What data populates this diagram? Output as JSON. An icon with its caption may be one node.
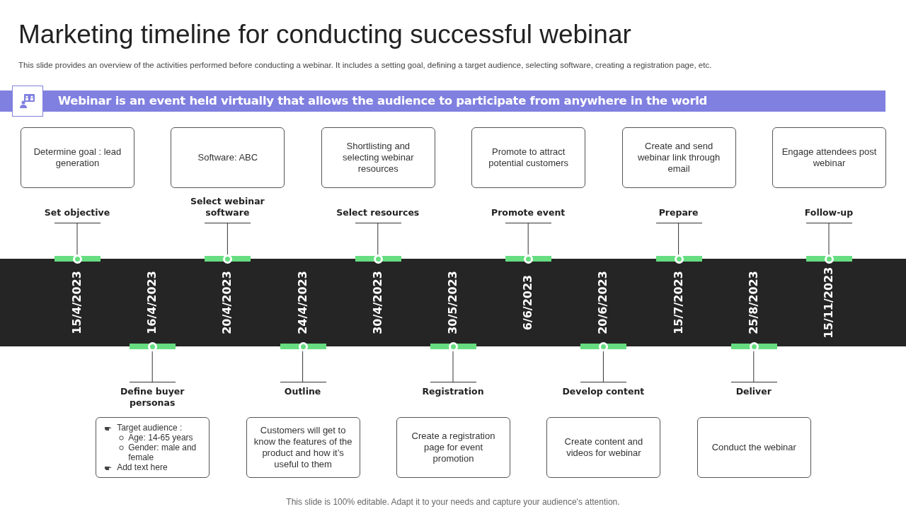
{
  "diagram": {
    "title": "Marketing timeline for conducting successful webinar",
    "nodes": [
      {
        "text": [
          "Webinar is an event held virtually that allows the audience to participate from anywhere in the world"
        ]
      },
      {
        "text": [
          "Determine goal : lead generation"
        ]
      },
      {
        "text": [
          "Set objective"
        ]
      },
      {
        "text": [],
        "shape": "circle",
        "beside": [
          "15/4/2023"
        ]
      },
      {
        "text": [
          "Target audience :",
          "Age: 14-65 years",
          "Gender: male and female",
          "Add text here"
        ]
      },
      {
        "text": [
          "Define buyer personas"
        ]
      },
      {
        "text": [],
        "shape": "circle",
        "beside": [
          "16/4/2023"
        ]
      },
      {
        "text": [
          "Software: ABC"
        ]
      },
      {
        "text": [
          "Select webinar software"
        ]
      },
      {
        "text": [],
        "shape": "circle",
        "beside": [
          "20/4/2023"
        ]
      },
      {
        "text": [
          "Customers will get to know the features of the product and how it’s useful to them"
        ]
      },
      {
        "text": [
          "Outline"
        ]
      },
      {
        "text": [],
        "shape": "circle",
        "beside": [
          "24/4/2023"
        ]
      },
      {
        "text": [
          "Shortlisting and selecting webinar resources"
        ]
      },
      {
        "text": [
          "Select resources"
        ]
      },
      {
        "text": [],
        "shape": "circle",
        "beside": [
          "30/4/2023"
        ]
      },
      {
        "text": [
          "Create a registration page for event promotion"
        ]
      },
      {
        "text": [
          "Registration"
        ]
      },
      {
        "text": [],
        "shape": "circle",
        "beside": [
          "30/5/2023"
        ]
      },
      {
        "text": [
          "Promote to attract potential customers"
        ]
      },
      {
        "text": [
          "Promote event"
        ]
      },
      {
        "text": [],
        "shape": "circle",
        "beside": [
          "6/6/2023"
        ]
      },
      {
        "text": [
          "Create content and videos for webinar"
        ]
      },
      {
        "text": [
          "Develop content"
        ]
      },
      {
        "text": [],
        "shape": "circle",
        "beside": [
          "20/6/2023"
        ]
      },
      {
        "text": [
          "Create and send webinar link through email"
        ]
      },
      {
        "text": [
          "Prepare"
        ]
      },
      {
        "text": [],
        "shape": "circle",
        "beside": [
          "15/7/2023"
        ]
      },
      {
        "text": [
          "Conduct the webinar"
        ]
      },
      {
        "text": [
          "Deliver"
        ]
      },
      {
        "text": [],
        "shape": "circle",
        "beside": [
          "25/8/2023"
        ]
      },
      {
        "text": [
          "Engage attendees post webinar"
        ]
      },
      {
        "text": [
          "Follow-up"
        ]
      },
      {
        "text": [],
        "shape": "circle",
        "beside": [
          "15/11/2023"
        ]
      }
    ],
    "edges": [
      {
        "from": 2,
        "to": 3,
        "arrow": "none"
      },
      {
        "from": 5,
        "to": 6,
        "arrow": "none"
      },
      {
        "from": 8,
        "to": 9,
        "arrow": "none"
      },
      {
        "from": 11,
        "to": 12,
        "arrow": "none"
      },
      {
        "from": 14,
        "to": 15,
        "arrow": "none"
      },
      {
        "from": 17,
        "to": 18,
        "arrow": "none"
      },
      {
        "from": 20,
        "to": 21,
        "arrow": "none"
      },
      {
        "from": 23,
        "to": 24,
        "arrow": "none"
      },
      {
        "from": 26,
        "to": 27,
        "arrow": "none"
      },
      {
        "from": 29,
        "to": 30,
        "arrow": "none"
      },
      {
        "from": 32,
        "to": 33,
        "arrow": "none"
      }
    ],
    "labels": [
      "This slide provides an overview of the activities performed before conducting a webinar. It includes a setting goal, defining a target audience, selecting software, creating a registration page, etc."
    ],
    "caption": "This slide is 100% editable. Adapt it to your needs and capture your audience's attention."
  }
}
